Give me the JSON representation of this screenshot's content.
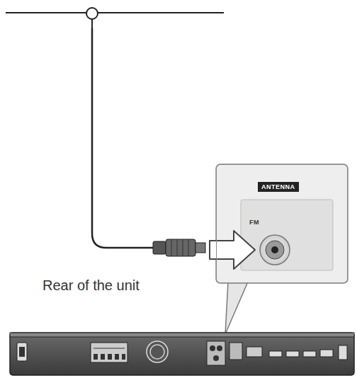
{
  "diagram": {
    "nodes": [
      {
        "text": [
          "ANTENNA",
          "FM"
        ]
      }
    ],
    "labels": [
      "Rear of the unit"
    ]
  }
}
